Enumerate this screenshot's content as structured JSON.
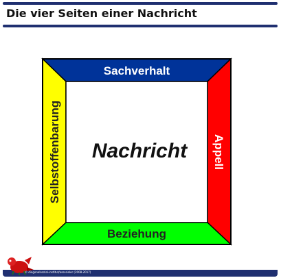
{
  "header": {
    "title": "Die vier Seiten einer Nachricht"
  },
  "diagram": {
    "center_label": "Nachricht",
    "top_label": "Sachverhalt",
    "left_label": "Selbstoffenbarung",
    "right_label": "Appell",
    "bottom_label": "Beziehung"
  },
  "colors": {
    "top": "#003399",
    "left": "#ffff00",
    "right": "#ff0000",
    "bottom": "#00ff00",
    "bar": "#1f2f70"
  },
  "footer": {
    "credit": "© diagonalsozial-institut/asserieler (2008-2017)"
  },
  "icons": {
    "logo": "red-dragon-logo"
  }
}
